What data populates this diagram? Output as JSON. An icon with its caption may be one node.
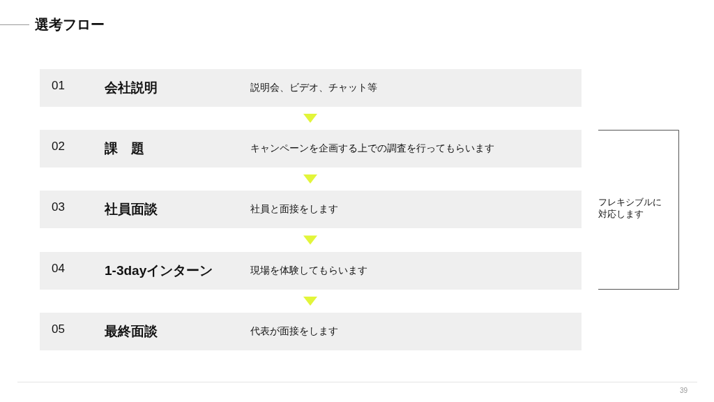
{
  "diagram": {
    "title": "選考フロー",
    "nodes": [
      {
        "text": [
          "01",
          "会社説明",
          "説明会、ビデオ、チャット等"
        ]
      },
      {
        "text": [
          "02",
          "課　題",
          "キャンペーンを企画する上での調査を行ってもらいます"
        ]
      },
      {
        "text": [
          "03",
          "社員面談",
          "社員と面接をします"
        ]
      },
      {
        "text": [
          "04",
          "1-3dayインターン",
          "現場を体験してもらいます"
        ]
      },
      {
        "text": [
          "05",
          "最終面談",
          "代表が面接をします"
        ]
      }
    ],
    "edges": [
      {
        "from": 0,
        "to": 1,
        "arrow": "to"
      },
      {
        "from": 1,
        "to": 2,
        "arrow": "to"
      },
      {
        "from": 2,
        "to": 3,
        "arrow": "to"
      },
      {
        "from": 3,
        "to": 4,
        "arrow": "to"
      }
    ],
    "labels": [
      "フレキシブルに対応します",
      "39"
    ]
  }
}
